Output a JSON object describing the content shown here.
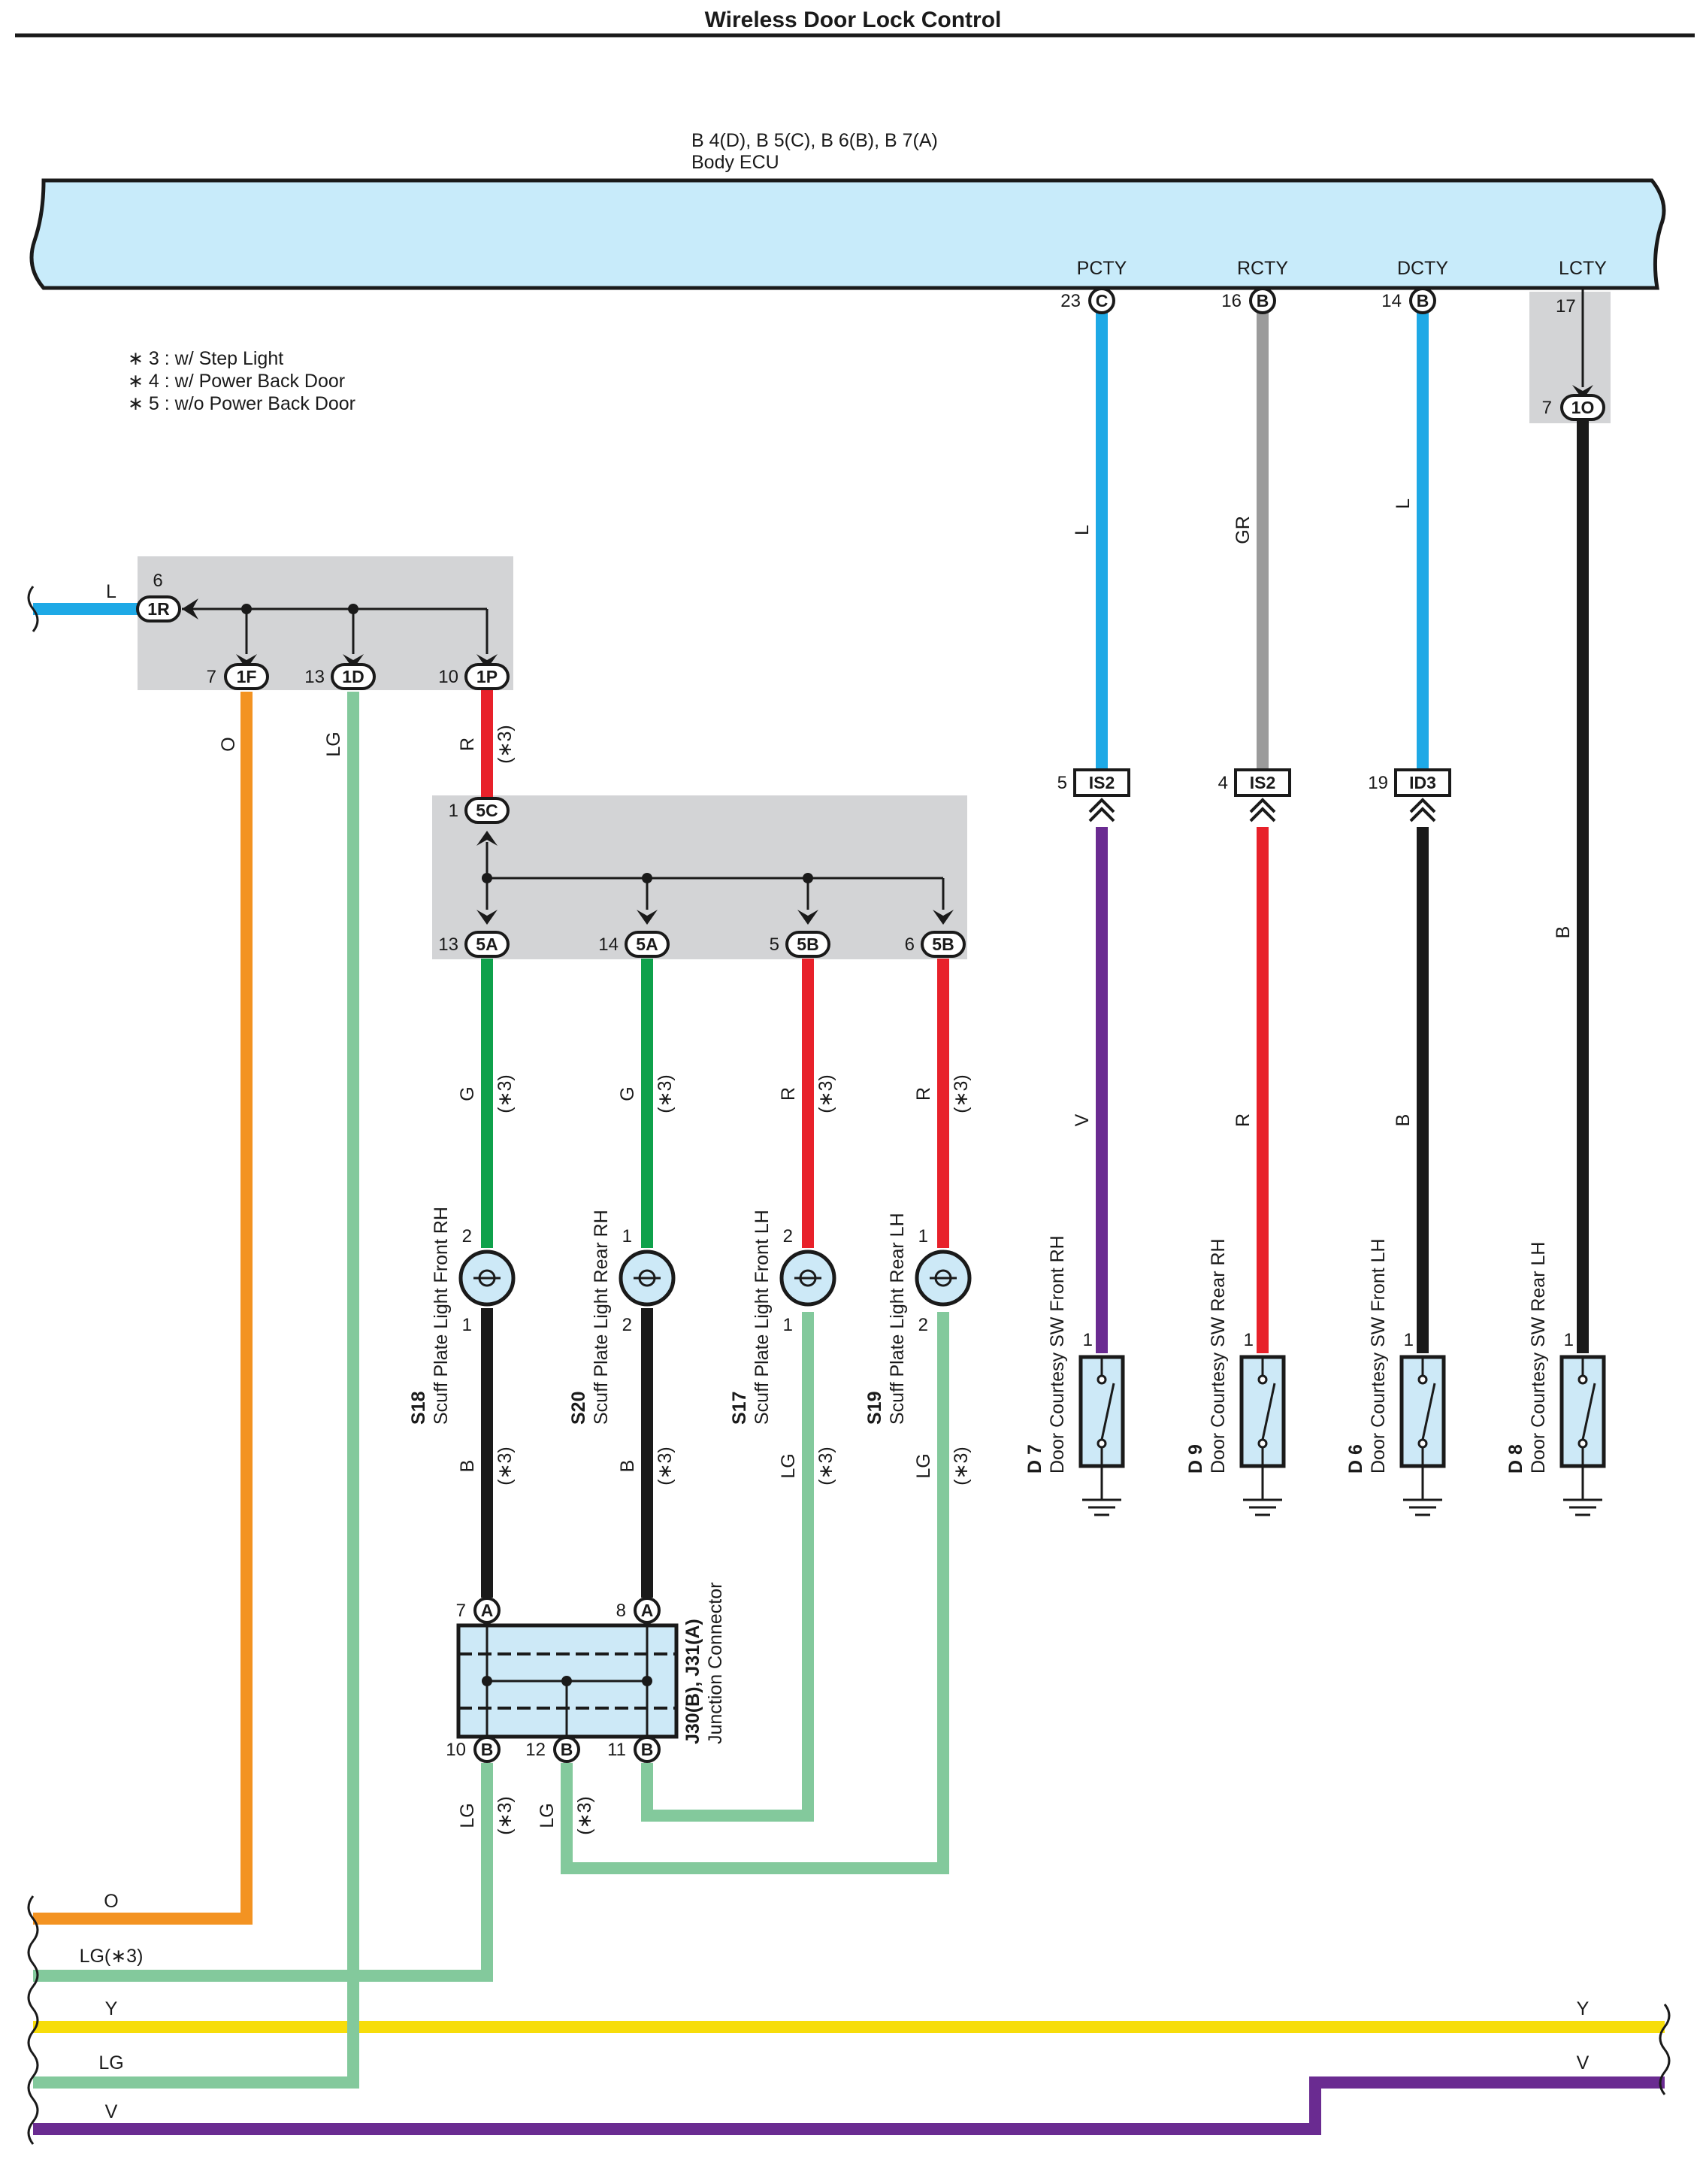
{
  "title": "Wireless Door Lock Control",
  "ecu": {
    "codes": "B 4(D), B 5(C), B 6(B), B 7(A)",
    "name": "Body ECU"
  },
  "ecu_terminals": {
    "pcty": {
      "name": "PCTY",
      "pin": "23",
      "conn": "C"
    },
    "rcty": {
      "name": "RCTY",
      "pin": "16",
      "conn": "B"
    },
    "dcty": {
      "name": "DCTY",
      "pin": "14",
      "conn": "B"
    },
    "lcty": {
      "name": "LCTY",
      "pin": "17"
    }
  },
  "notes": [
    "∗ 3 : w/ Step Light",
    "∗ 4 : w/ Power Back Door",
    "∗ 5 : w/o Power Back Door"
  ],
  "junction1": {
    "in_pin": "6",
    "in_conn": "1R",
    "in_wire": "L",
    "outs": [
      {
        "pin": "7",
        "conn": "1F",
        "wire": "O"
      },
      {
        "pin": "13",
        "conn": "1D",
        "wire": "LG"
      },
      {
        "pin": "10",
        "conn": "1P",
        "wire": "R",
        "note": "(∗3)"
      }
    ]
  },
  "junction2": {
    "in_pin": "1",
    "in_conn": "5C",
    "outs": [
      {
        "pin": "13",
        "conn": "5A",
        "wire": "G",
        "note": "(∗3)"
      },
      {
        "pin": "14",
        "conn": "5A",
        "wire": "G",
        "note": "(∗3)"
      },
      {
        "pin": "5",
        "conn": "5B",
        "wire": "R",
        "note": "(∗3)"
      },
      {
        "pin": "6",
        "conn": "5B",
        "wire": "R",
        "note": "(∗3)"
      }
    ]
  },
  "lamps": [
    {
      "code": "S18",
      "name": "Scuff Plate Light Front RH",
      "pin_top": "2",
      "pin_bottom": "1",
      "wire_bottom": "B",
      "note": "(∗3)"
    },
    {
      "code": "S20",
      "name": "Scuff Plate Light Rear RH",
      "pin_top": "1",
      "pin_bottom": "2",
      "wire_bottom": "B",
      "note": "(∗3)"
    },
    {
      "code": "S17",
      "name": "Scuff Plate Light Front LH",
      "pin_top": "2",
      "pin_bottom": "1",
      "wire_bottom": "LG",
      "note": "(∗3)"
    },
    {
      "code": "S19",
      "name": "Scuff Plate Light Rear LH",
      "pin_top": "1",
      "pin_bottom": "2",
      "wire_bottom": "LG",
      "note": "(∗3)"
    }
  ],
  "junction_connector": {
    "code": "J30(B), J31(A)",
    "name": "Junction Connector",
    "pin_a1": "7",
    "conn_a1": "A",
    "pin_a2": "8",
    "conn_a2": "A",
    "pin_b1": "10",
    "conn_b1": "B",
    "pin_b2": "12",
    "conn_b2": "B",
    "pin_b3": "11",
    "conn_b3": "B",
    "wire_b1": "LG",
    "wire_b2": "LG",
    "note": "(∗3)"
  },
  "door_switches": [
    {
      "code": "D 7",
      "name": "Door Courtesy SW Front RH",
      "pin": "1",
      "conn_pin": "5",
      "conn": "IS2",
      "wire_top": "L",
      "wire_bottom": "V"
    },
    {
      "code": "D 9",
      "name": "Door Courtesy SW Rear RH",
      "pin": "1",
      "conn_pin": "4",
      "conn": "IS2",
      "wire_top": "GR",
      "wire_bottom": "R"
    },
    {
      "code": "D 6",
      "name": "Door Courtesy SW Front LH",
      "pin": "1",
      "conn_pin": "19",
      "conn": "ID3",
      "wire_top": "L",
      "wire_bottom": "B"
    },
    {
      "code": "D 8",
      "name": "Door Courtesy SW Rear LH",
      "pin": "1",
      "conn_pin": "7",
      "conn": "1O",
      "wire_bottom": "B"
    }
  ],
  "bottom_wires": {
    "o": "O",
    "lg3": "LG(∗3)",
    "y_left": "Y",
    "y_right": "Y",
    "lg": "LG",
    "v_left": "V",
    "v_right": "V"
  },
  "colors": {
    "L": "#1ea9e6",
    "GR": "#9b9b9b",
    "B": "#1a1a1a",
    "O": "#f39322",
    "LG": "#83c99c",
    "R": "#e8212a",
    "G": "#0fa14b",
    "V": "#6a2b91",
    "Y": "#f7dd0a",
    "ecu_fill": "#c8ebfa",
    "junction_fill": "#d3d4d6",
    "switch_fill": "#cde9f7"
  }
}
